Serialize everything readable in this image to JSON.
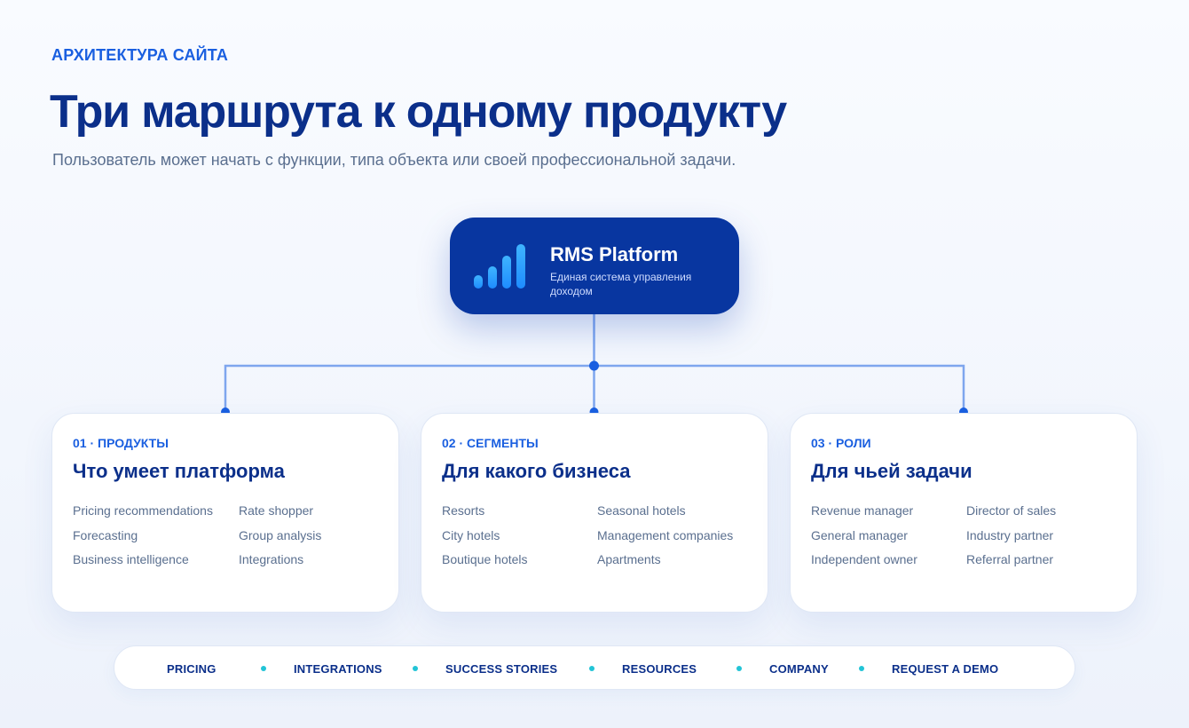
{
  "header": {
    "eyebrow": "АРХИТЕКТУРА САЙТА",
    "title": "Три маршрута к одному продукту",
    "subtitle": "Пользователь может начать с функции, типа объекта или своей профессиональной задачи."
  },
  "hub": {
    "title": "RMS Platform",
    "subtitle": "Единая система управления доходом",
    "icon": "bar-chart-icon"
  },
  "colors": {
    "accent": "#1a5fe0",
    "navy": "#0b2f8a",
    "hub_bg": "#0836a0",
    "connector": "#7ea6ee",
    "dot": "#22c4d6"
  },
  "cards": [
    {
      "tag": "01 · ПРОДУКТЫ",
      "title": "Что умеет платформа",
      "col1": [
        "Pricing recommendations",
        "Forecasting",
        "Business intelligence"
      ],
      "col2": [
        "Rate shopper",
        "Group analysis",
        "Integrations"
      ]
    },
    {
      "tag": "02 · СЕГМЕНТЫ",
      "title": "Для какого бизнеса",
      "col1": [
        "Resorts",
        "City hotels",
        "Boutique hotels"
      ],
      "col2": [
        "Seasonal hotels",
        "Management companies",
        "Apartments"
      ]
    },
    {
      "tag": "03 · РОЛИ",
      "title": "Для чьей задачи",
      "col1": [
        "Revenue manager",
        "General manager",
        "Independent owner"
      ],
      "col2": [
        "Director of sales",
        "Industry partner",
        "Referral partner"
      ]
    }
  ],
  "nav": {
    "items": [
      "PRICING",
      "INTEGRATIONS",
      "SUCCESS STORIES",
      "RESOURCES",
      "COMPANY",
      "REQUEST A DEMO"
    ]
  }
}
